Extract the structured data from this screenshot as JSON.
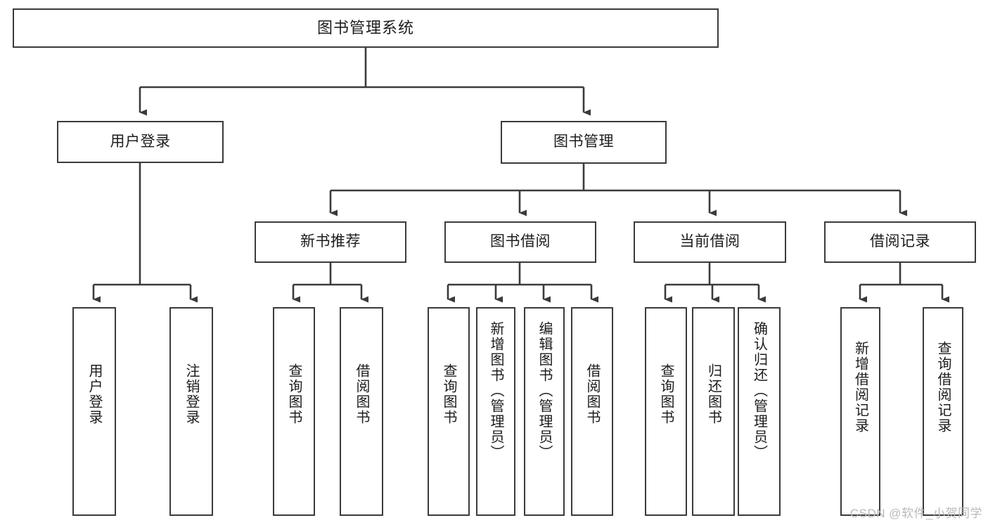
{
  "diagram": {
    "title": "图书管理系统",
    "type": "tree-hierarchy",
    "orientation": "top-down",
    "levels": [
      {
        "level": 1,
        "nodes": [
          {
            "id": "root",
            "label": "图书管理系统"
          }
        ]
      },
      {
        "level": 2,
        "nodes": [
          {
            "id": "login",
            "label": "用户登录"
          },
          {
            "id": "bookmgmt",
            "label": "图书管理"
          }
        ]
      },
      {
        "level": 3,
        "nodes": [
          {
            "id": "newbook",
            "label": "新书推荐"
          },
          {
            "id": "borrow",
            "label": "图书借阅"
          },
          {
            "id": "current",
            "label": "当前借阅"
          },
          {
            "id": "record",
            "label": "借阅记录"
          }
        ]
      },
      {
        "level": 4,
        "nodes": [
          {
            "id": "leaf1",
            "label": "用户登录",
            "parent": "login"
          },
          {
            "id": "leaf2",
            "label": "注销登录",
            "parent": "login"
          },
          {
            "id": "leaf3",
            "label": "查询图书",
            "parent": "newbook"
          },
          {
            "id": "leaf4",
            "label": "借阅图书",
            "parent": "newbook"
          },
          {
            "id": "leaf5",
            "label": "查询图书",
            "parent": "borrow"
          },
          {
            "id": "leaf6",
            "label": "新增图书（管理员）",
            "parent": "borrow"
          },
          {
            "id": "leaf7",
            "label": "编辑图书（管理员）",
            "parent": "borrow"
          },
          {
            "id": "leaf8",
            "label": "借阅图书",
            "parent": "borrow"
          },
          {
            "id": "leaf9",
            "label": "查询图书",
            "parent": "current"
          },
          {
            "id": "leaf10",
            "label": "归还图书",
            "parent": "current"
          },
          {
            "id": "leaf11",
            "label": "确认归还（管理员）",
            "parent": "current"
          },
          {
            "id": "leaf12",
            "label": "新增借阅记录",
            "parent": "record"
          },
          {
            "id": "leaf13",
            "label": "查询借阅记录",
            "parent": "record"
          }
        ]
      }
    ]
  },
  "watermark": {
    "text": "CSDN @软件_小贺同学"
  },
  "colors": {
    "stroke": "#3b3b3b",
    "fill": "#ffffff",
    "text": "#1c1c1c",
    "watermark": "#b9b9b9"
  }
}
